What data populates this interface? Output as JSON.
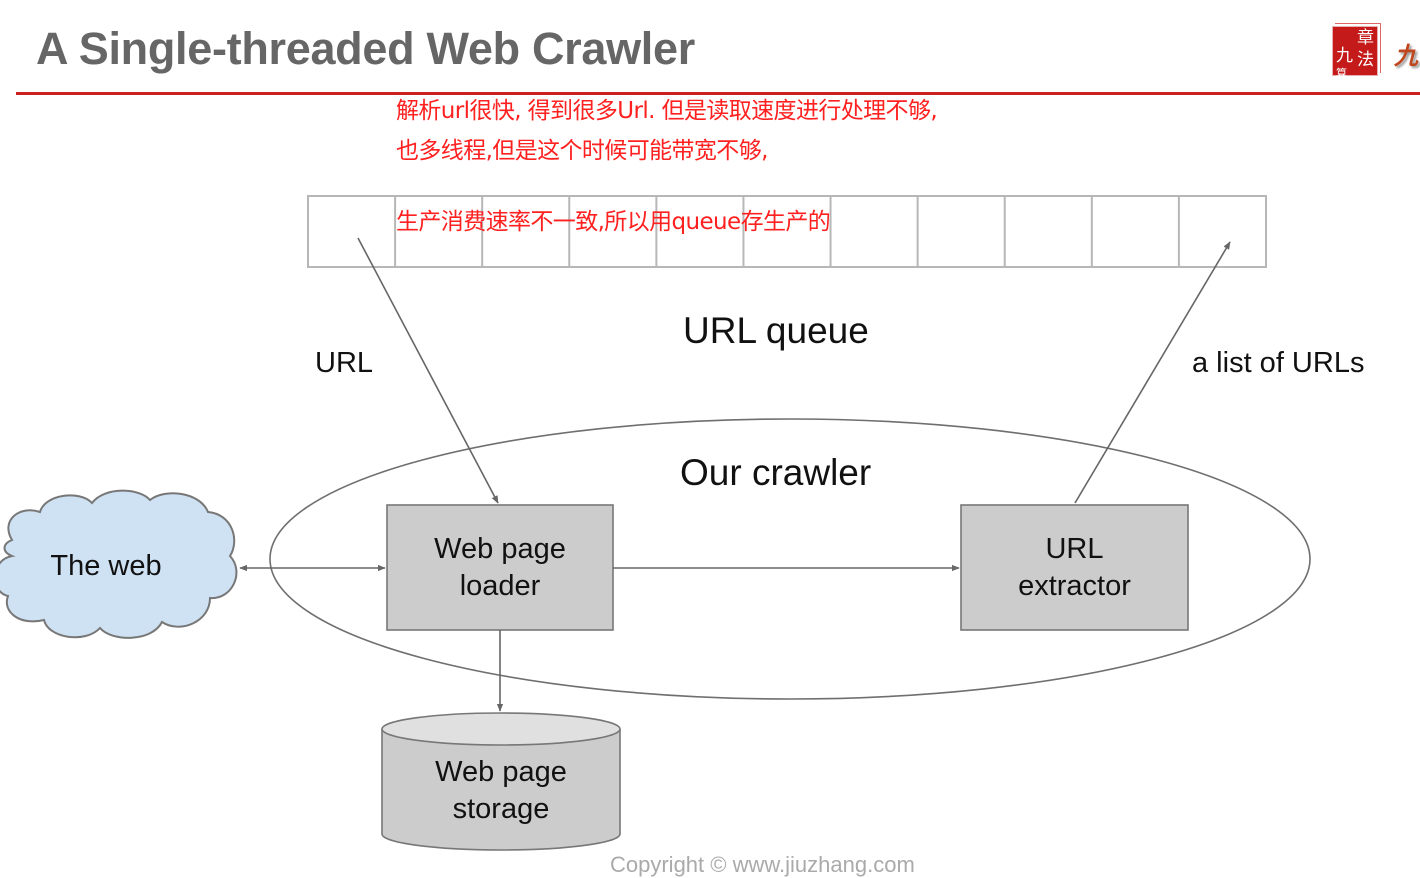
{
  "slide": {
    "title": "A Single-threaded Web Crawler",
    "accent_color": "#cc1f1f",
    "logo": {
      "seal_chars": [
        "九",
        "章",
        "算",
        "法"
      ],
      "text_fragment": "九"
    }
  },
  "annotations": {
    "color": "#ff2020",
    "line1": "解析url很快, 得到很多Url. 但是读取速度进行处理不够,",
    "line2": "也多线程,但是这个时候可能带宽不够,",
    "line3": "生产消费速率不一致,所以用queue存生产的"
  },
  "diagram": {
    "queue": {
      "label": "URL queue",
      "cell_count": 11
    },
    "crawler": {
      "label": "Our crawler"
    },
    "nodes": {
      "web": {
        "label": "The web",
        "fill": "#cfe2f3"
      },
      "loader": {
        "line1": "Web page",
        "line2": "loader",
        "fill": "#cccccc"
      },
      "extractor": {
        "line1": "URL",
        "line2": "extractor",
        "fill": "#cccccc"
      },
      "storage": {
        "line1": "Web page",
        "line2": "storage",
        "fill": "#cccccc"
      }
    },
    "edges": {
      "queue_to_loader": "URL",
      "extractor_to_queue": "a list of URLs"
    }
  },
  "footer": {
    "copyright": "Copyright © www.jiuzhang.com"
  }
}
